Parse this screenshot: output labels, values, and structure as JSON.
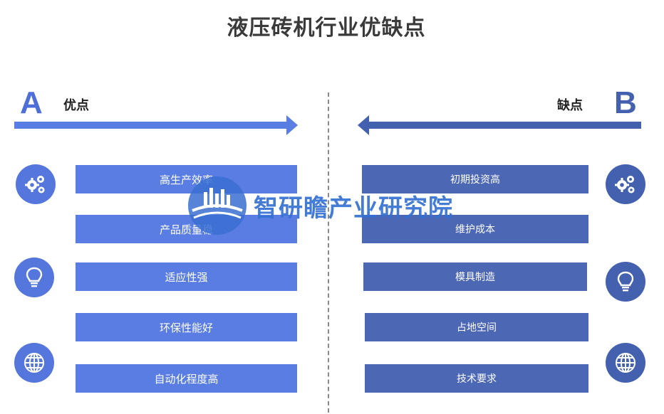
{
  "title": "液压砖机行业优缺点",
  "left": {
    "letter": "A",
    "label": "优点",
    "items": [
      "高生产效率",
      "产品质量稳",
      "适应性强",
      "环保性能好",
      "自动化程度高"
    ]
  },
  "right": {
    "letter": "B",
    "label": "缺点",
    "items": [
      "初期投资高",
      "维护成本",
      "模具制造",
      "占地空间",
      "技术要求"
    ]
  },
  "icons": [
    "gears-icon",
    "lightbulb-icon",
    "globe-icon"
  ],
  "colors": {
    "left_accent": "#5a7de4",
    "right_accent": "#4c67b4",
    "watermark": "#3570d2"
  },
  "watermark": "智研瞻产业研究院"
}
